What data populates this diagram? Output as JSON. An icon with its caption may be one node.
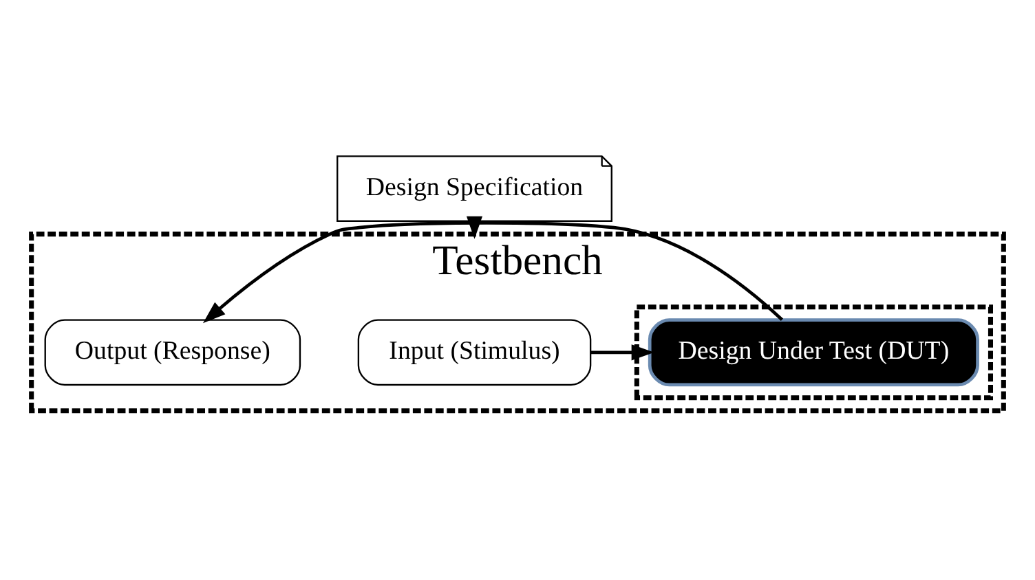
{
  "diagram": {
    "nodes": [
      {
        "text": [
          "Design Specification"
        ]
      },
      {
        "text": [
          "Testbench"
        ]
      },
      {
        "text": [
          "Input (Stimulus)"
        ],
        "in": 1
      },
      {
        "text": [],
        "shape": "box",
        "in": 1
      },
      {
        "text": [
          "Design Under Test (DUT)"
        ],
        "in": 3
      },
      {
        "text": [
          "Output (Response)"
        ],
        "in": 1
      }
    ],
    "edges": [
      {
        "from": 0,
        "to": 1,
        "arrow": "to"
      },
      {
        "from": 2,
        "to": 4,
        "arrow": "to"
      },
      {
        "from": 4,
        "to": 5,
        "arrow": "to"
      }
    ]
  }
}
